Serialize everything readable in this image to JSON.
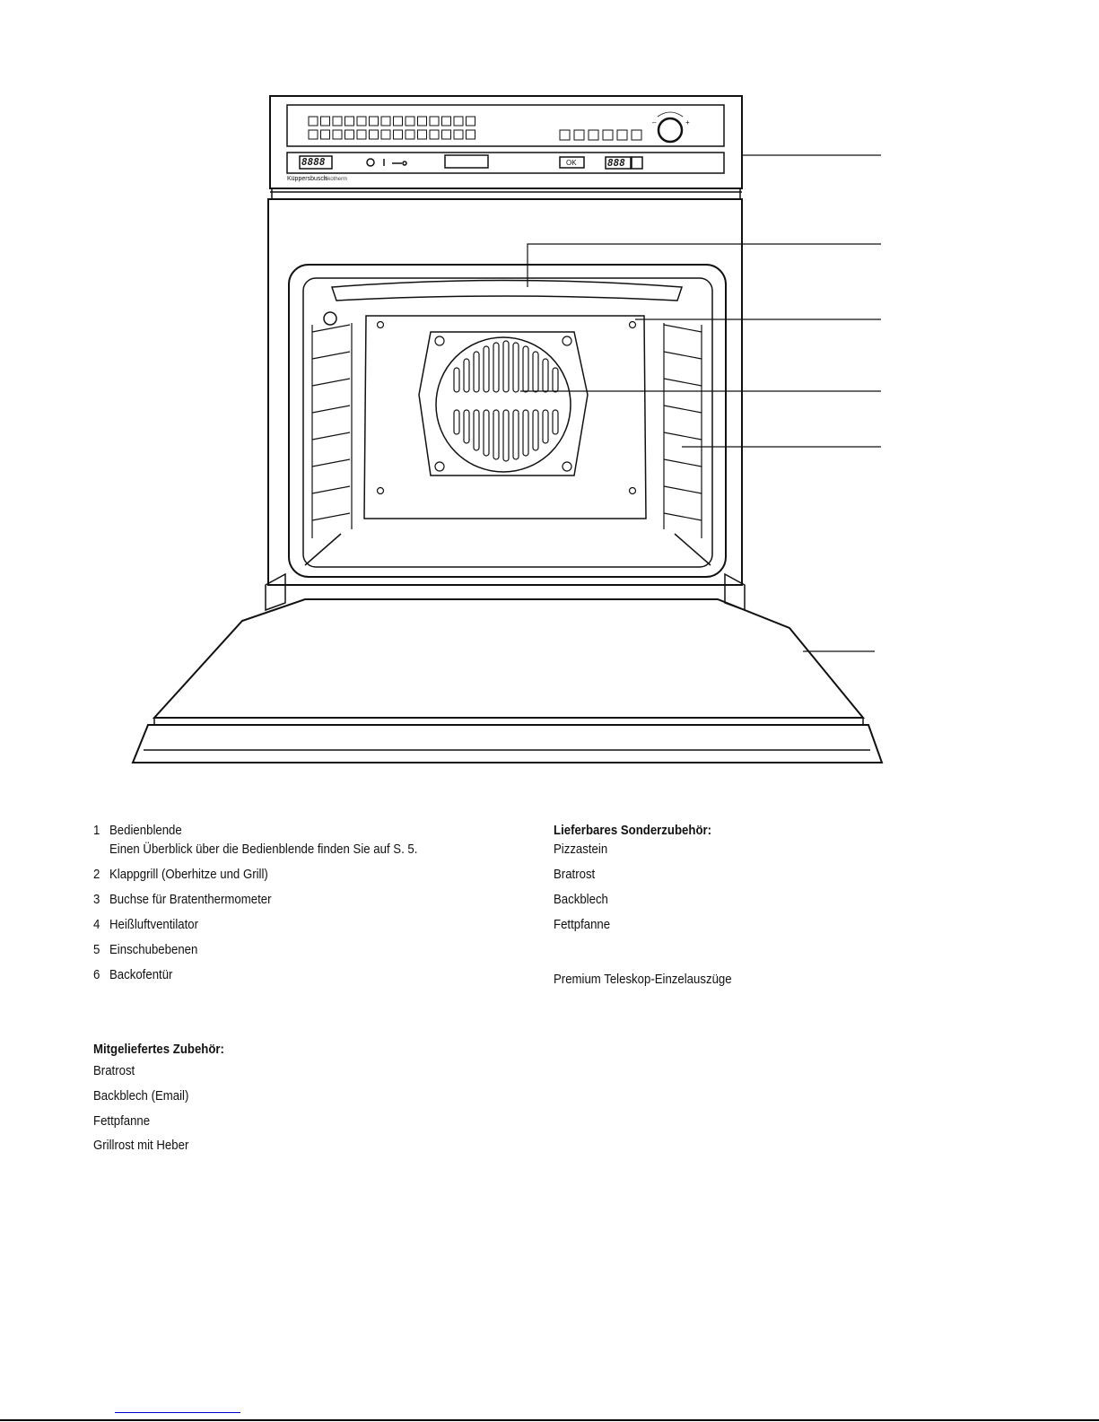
{
  "panel": {
    "brand": "Küppersbusch",
    "subbrand": "ökotherm",
    "display_left": "8888",
    "display_right": "888",
    "ok_label": "OK",
    "minus": "–",
    "plus": "+"
  },
  "legend": [
    {
      "num": "1",
      "label": "Bedienblende",
      "note": "Einen Überblick über die Bedienblende finden Sie auf S. 5."
    },
    {
      "num": "2",
      "label": "Klappgrill (Oberhitze und Grill)"
    },
    {
      "num": "3",
      "label": "Buchse für Bratenthermometer"
    },
    {
      "num": "4",
      "label": "Heißluftventilator"
    },
    {
      "num": "5",
      "label": "Einschubebenen"
    },
    {
      "num": "6",
      "label": "Backofentür"
    }
  ],
  "included": {
    "title": "Mitgeliefertes Zubehör:",
    "items": [
      "Bratrost",
      "Backblech (Email)",
      "Fettpfanne",
      "Grillrost mit Heber"
    ]
  },
  "optional": {
    "title": "Lieferbares Sonderzubehör:",
    "items": [
      "Pizzastein",
      "Bratrost",
      "Backblech",
      "Fettpfanne"
    ],
    "extra": "Premium Teleskop-Einzelauszüge"
  }
}
